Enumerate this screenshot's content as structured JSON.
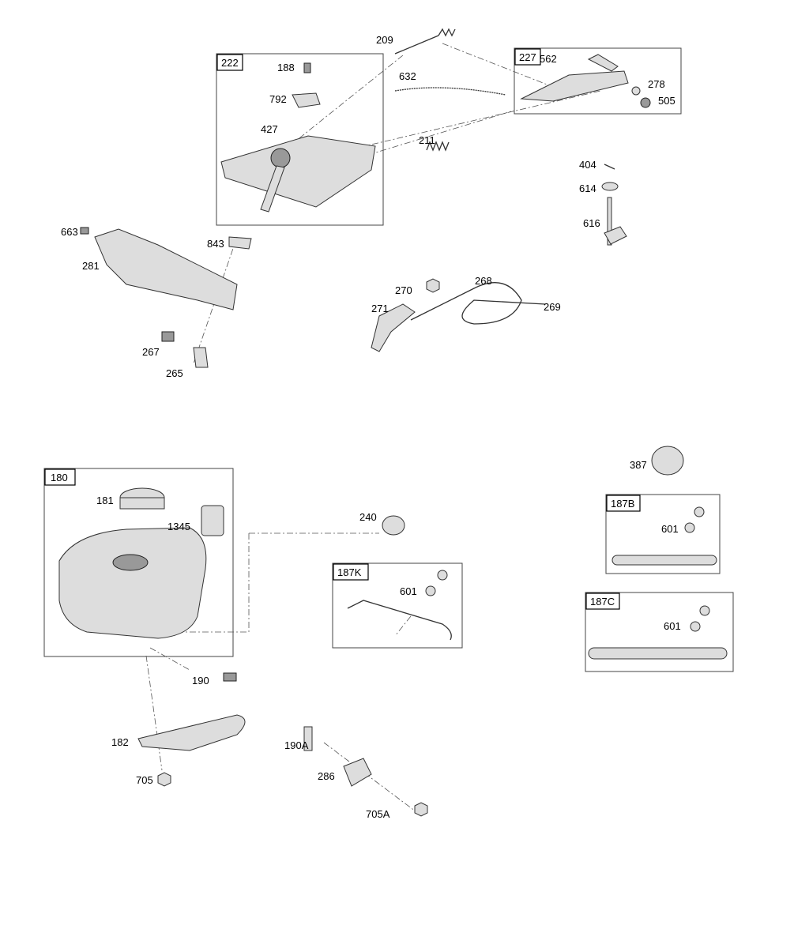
{
  "diagram": {
    "groups": [
      {
        "id": "222"
      },
      {
        "id": "227"
      },
      {
        "id": "180"
      },
      {
        "id": "187K"
      },
      {
        "id": "187B"
      },
      {
        "id": "187C"
      }
    ],
    "labels": {
      "p209": "209",
      "p188": "188",
      "p792": "792",
      "p427": "427",
      "p632": "632",
      "p562": "562",
      "p278": "278",
      "p505": "505",
      "p211": "211",
      "p404": "404",
      "p614": "614",
      "p616": "616",
      "p663": "663",
      "p843": "843",
      "p281": "281",
      "p270": "270",
      "p268": "268",
      "p271": "271",
      "p269": "269",
      "p267": "267",
      "p265": "265",
      "p181": "181",
      "p1345": "1345",
      "p240": "240",
      "p601a": "601",
      "p387": "387",
      "p601b": "601",
      "p601c": "601",
      "p190": "190",
      "p182": "182",
      "p190A": "190A",
      "p286": "286",
      "p705": "705",
      "p705A": "705A"
    }
  }
}
